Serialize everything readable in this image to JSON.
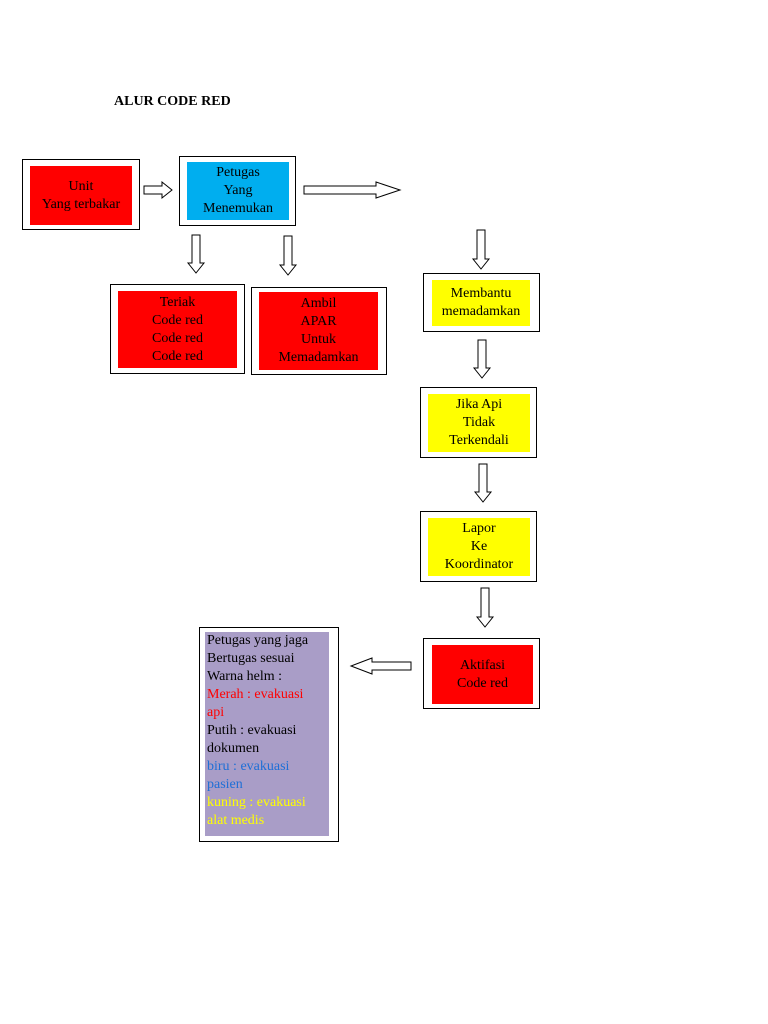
{
  "title": "ALUR CODE RED",
  "nodes": {
    "unit": [
      "Unit",
      "Yang terbakar"
    ],
    "petugas": [
      "Petugas",
      "Yang",
      "Menemukan"
    ],
    "teriak": [
      "Teriak",
      "Code red",
      "Code red",
      "Code red"
    ],
    "ambil": [
      "Ambil",
      "APAR",
      "Untuk",
      "Memadamkan"
    ],
    "membantu": [
      "Membantu",
      "memadamkan"
    ],
    "jika": [
      "Jika Api",
      "Tidak",
      "Terkendali"
    ],
    "lapor": [
      "Lapor",
      "Ke",
      "Koordinator"
    ],
    "aktifasi": [
      "Aktifasi",
      "Code red"
    ]
  },
  "legend": {
    "lines": [
      "Petugas yang jaga",
      "Bertugas sesuai",
      "Warna helm :"
    ],
    "items": [
      {
        "lines": [
          "Merah : evakuasi",
          "api"
        ],
        "color": "#ff0000"
      },
      {
        "lines": [
          "Putih : evakuasi",
          "dokumen"
        ],
        "color": "#000000"
      },
      {
        "lines": [
          "biru : evakuasi",
          "pasien"
        ],
        "color": "#1f6fd6"
      },
      {
        "lines": [
          "kuning : evakuasi",
          "alat medis"
        ],
        "color": "#ffff00"
      }
    ]
  },
  "colors": {
    "red": "#ff0000",
    "blue": "#00aeef",
    "yellow": "#ffff00",
    "lilac": "#a99dc7"
  }
}
